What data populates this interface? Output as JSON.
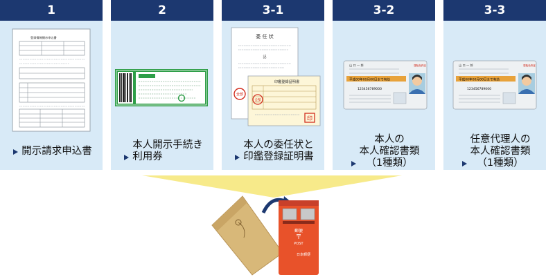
{
  "cards": [
    {
      "number": "1",
      "label_lines": [
        "開示請求申込書"
      ]
    },
    {
      "number": "2",
      "label_lines": [
        "本人開示手続き",
        "利用券"
      ]
    },
    {
      "number": "3-1",
      "label_lines": [
        "本人の委任状と",
        "印鑑登録証明書"
      ]
    },
    {
      "number": "3-2",
      "label_lines": [
        "本人の",
        "本人確認書類",
        "（1種類）"
      ]
    },
    {
      "number": "3-3",
      "label_lines": [
        "任意代理人の",
        "本人確認書類",
        "（1種類）"
      ]
    }
  ],
  "doc_1": {
    "title": "登録情報開示申込書"
  },
  "doc_3_1": {
    "letter_title": "委 任 状",
    "letter_mark": "記",
    "seal_text": "全部",
    "cert_title": "印鑑登録証明書",
    "cert_seal": "印"
  },
  "license": {
    "name": "山 口 一 郎",
    "expiry": "平成00年00月00日まで有効",
    "number": "123456789000",
    "category": "運転免許証"
  },
  "mailbox": {
    "label_top": "郵便",
    "label_mark": "〒",
    "label_post": "POST",
    "logo": "日本郵便"
  },
  "colors": {
    "header": "#1c3870",
    "card": "#d8eaf7",
    "funnel": "#f7ea8a",
    "ticket_green": "#2e9e48",
    "seal_red": "#d22d1e",
    "mailbox": "#e8522a"
  }
}
